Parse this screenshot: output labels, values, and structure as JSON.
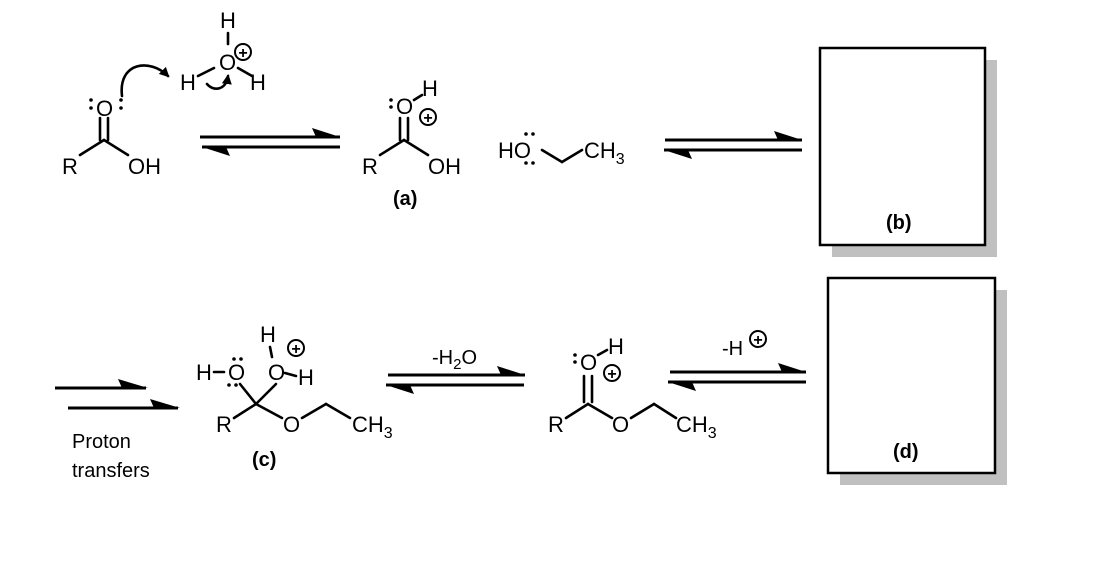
{
  "reactant": {
    "o": "O",
    "r": "R",
    "oh": "OH"
  },
  "hydronium": {
    "h_top": "H",
    "o": "O",
    "h_left": "H",
    "h_right": "H",
    "charge": "+"
  },
  "intermediate_a": {
    "o": "O",
    "h": "H",
    "charge": "+",
    "r": "R",
    "oh": "OH",
    "label": "(a)"
  },
  "ethanol": {
    "ho": "HO",
    "ch": "CH",
    "sub": "3"
  },
  "box_b": {
    "label": "(b)"
  },
  "proton_transfer": {
    "line1": "Proton",
    "line2": "transfers"
  },
  "intermediate_c": {
    "h_left": "H",
    "o_left": "O",
    "h_top": "H",
    "o_right": "O",
    "h_right": "H",
    "charge": "+",
    "r": "R",
    "o_ether": "O",
    "ch": "CH",
    "sub": "3",
    "label": "(c)"
  },
  "water_loss": {
    "pre": "-H",
    "sub": "2",
    "post": "O"
  },
  "protonated_ester": {
    "o": "O",
    "h": "H",
    "charge": "+",
    "r": "R",
    "o_ether": "O",
    "ch": "CH",
    "sub": "3"
  },
  "deprotonation": {
    "pre": "-H",
    "charge": "+"
  },
  "box_d": {
    "label": "(d)"
  },
  "colors": {
    "ink": "#000000",
    "shadow": "#c0c0c0"
  }
}
